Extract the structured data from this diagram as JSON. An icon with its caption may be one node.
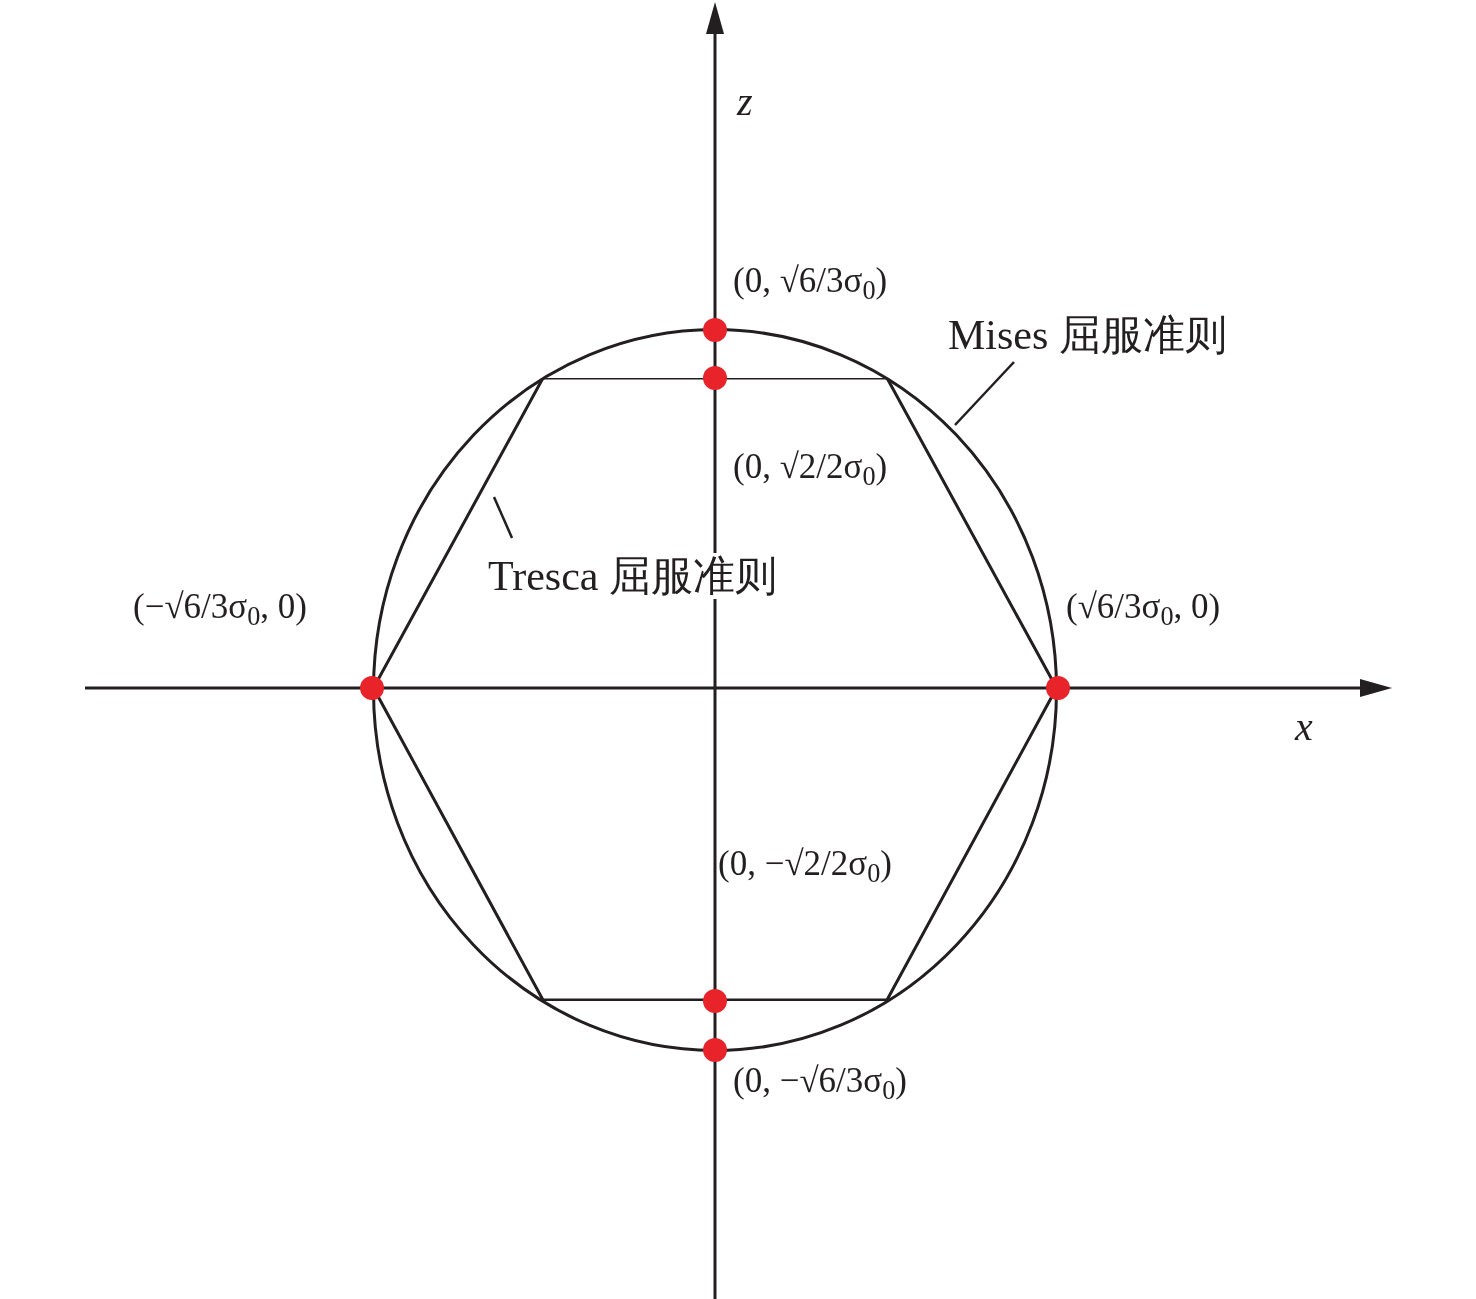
{
  "diagram": {
    "nodes": [
      {
        "text": [
          "Mises 屈服准则"
        ]
      },
      {
        "text": [],
        "shape": "circle"
      },
      {
        "text": [],
        "shape": "hexagon",
        "in": 1
      },
      {
        "text": [
          "Tresca 屈服准则"
        ],
        "in": 2
      }
    ],
    "edges": [
      {
        "from": 0,
        "to": 1,
        "arrow": "none"
      },
      {
        "from": 3,
        "to": 2,
        "arrow": "none"
      }
    ],
    "labels": [
      "z",
      "(0, √6/3σ$_{0}$)",
      "(0, √2/2σ$_{0}$)",
      "(−√6/3σ$_{0}$, 0)",
      "(√6/3σ$_{0}$, 0)",
      "x",
      "(0, −√2/2σ$_{0}$)",
      "(0, −√6/3σ$_{0}$)"
    ]
  }
}
